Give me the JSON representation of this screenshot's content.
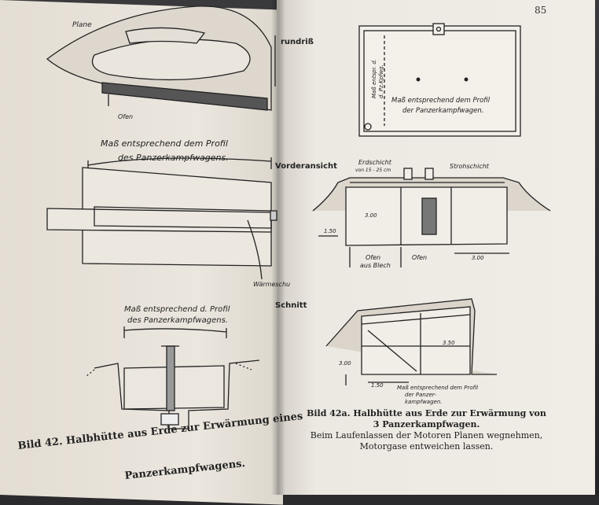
{
  "page_number": "85",
  "left": {
    "labels": {
      "plane": "Plane",
      "ofen": "Ofen",
      "dim1_line1": "Maß entsprechend dem Profil",
      "dim1_line2": "des Panzerkampfwagens.",
      "waermeschutz": "Wärmeschu",
      "dim2_line1": "Maß entsprechend d. Profil",
      "dim2_line2": "des Panzerkampfwagens."
    },
    "caption_line1": "Bild 42. Halbhütte aus Erde zur Erwärmung eines",
    "caption_line2": "Panzerkampfwagens."
  },
  "right": {
    "section_labels": {
      "grundriss": "rundriß",
      "vorderansicht": "Vorderansicht",
      "schnitt": "Schnitt"
    },
    "plan": {
      "dim_line1": "Maß entsprechend dem Profil",
      "dim_line2": "der Panzerkampfwagen.",
      "vertical_dim_line1": "Maß entspr. d.",
      "vertical_dim_line2": "d. Pz.Kpfwg."
    },
    "front": {
      "erdschicht": "Erdschicht",
      "erdschicht_dim": "von 15 - 25 cm",
      "strohschicht": "Strohschicht",
      "h_300": "3.00",
      "h_150": "1.50",
      "w_300": "3.00",
      "ofen_blech_line1": "Ofen",
      "ofen_blech_line2": "aus Blech",
      "ofen": "Ofen"
    },
    "section": {
      "h_350": "3.50",
      "h_300": "3.00",
      "d_150": "1.50",
      "dim_line1": "Maß entsprechend dem Profil",
      "dim_line2": "der Panzer-",
      "dim_line3": "kampfwagen."
    },
    "caption_title_line1": "Bild 42a. Halbhütte aus Erde zur Erwärmung von",
    "caption_title_line2": "3 Panzerkampfwagen.",
    "caption_note_line1": "Beim Laufenlassen der Motoren Planen wegnehmen,",
    "caption_note_line2": "Motorgase entweichen lassen."
  }
}
